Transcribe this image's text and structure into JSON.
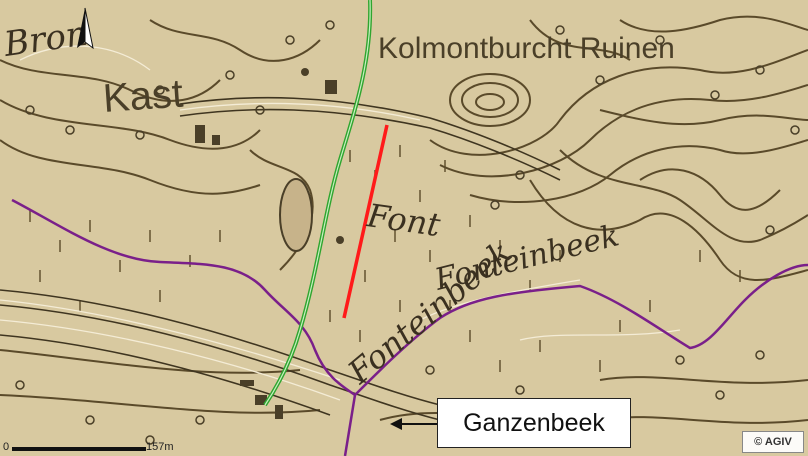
{
  "map": {
    "labels": {
      "top_left": "Bron",
      "kast": "Kast",
      "ruins": "Kolmontburcht Ruinen",
      "font": "Font",
      "stream_east": "Fonteinbeek",
      "stream_south": "Fonteinbeek"
    },
    "callout": {
      "text": "Ganzenbeek"
    },
    "scale": {
      "start": "0",
      "end": "157m"
    },
    "copyright": "© AGIV",
    "colors": {
      "paper": "#d8c9a0",
      "contour": "#5a4a2a",
      "boundary": "#7a1f8a",
      "route": "#2fa52f",
      "transect": "#ff1a1a",
      "arrow": "#111111"
    },
    "icons": [
      "north-arrow-icon",
      "callout-arrow-icon"
    ]
  }
}
